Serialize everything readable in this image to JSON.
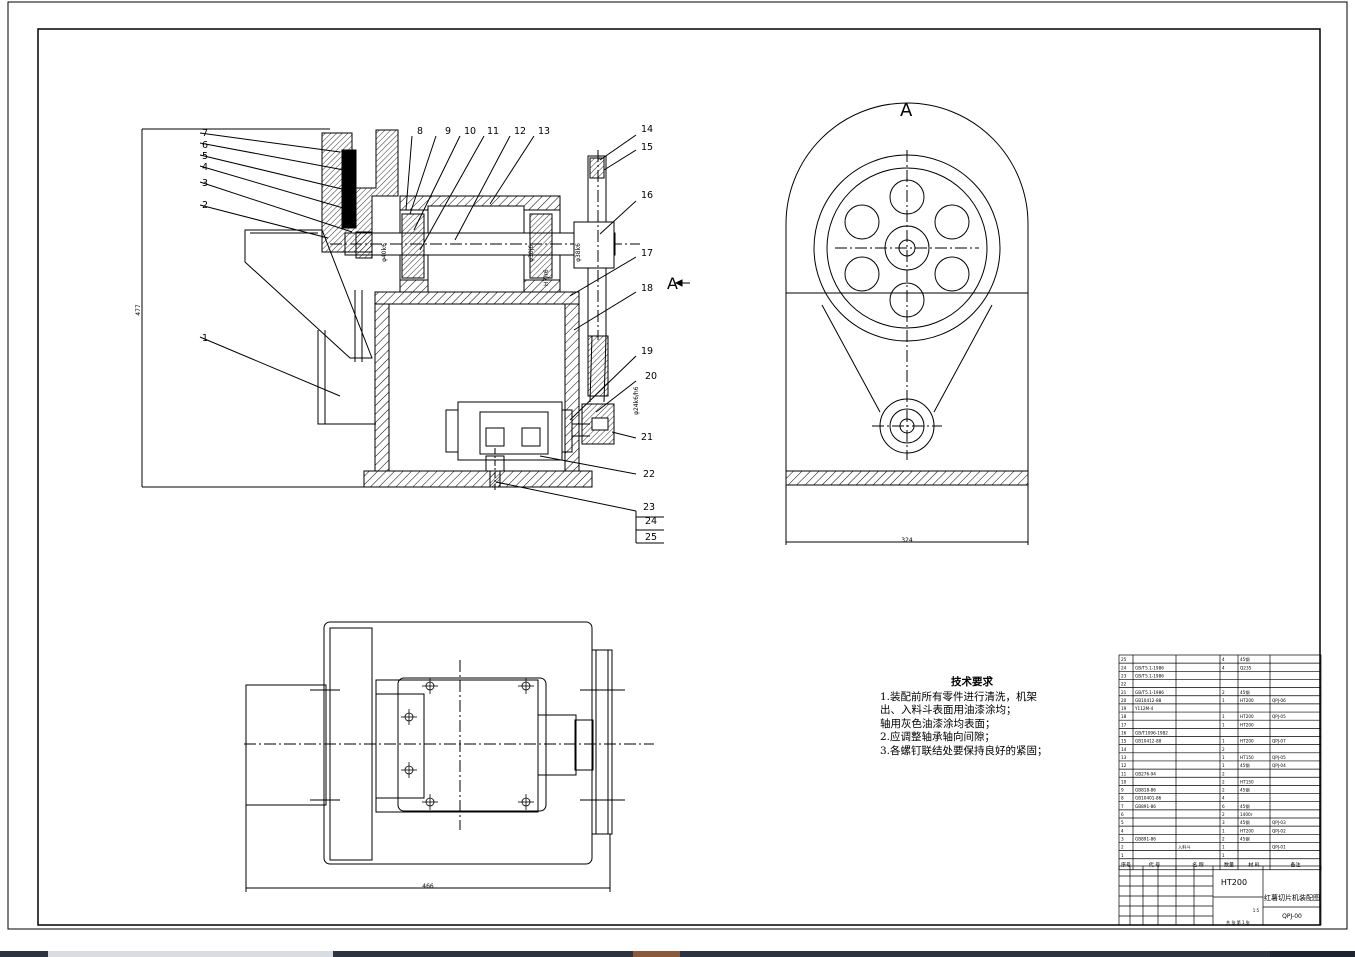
{
  "view_labels": {
    "section_A": "A",
    "arrow_A": "A"
  },
  "part_numbers": [
    "1",
    "2",
    "3",
    "4",
    "5",
    "6",
    "7",
    "8",
    "9",
    "10",
    "11",
    "12",
    "13",
    "14",
    "15",
    "16",
    "17",
    "18",
    "19",
    "20",
    "21",
    "22",
    "23",
    "24",
    "25"
  ],
  "dimensions": {
    "height_total": "477",
    "width_view_a": "324",
    "width_plan": "466",
    "fit_1": "φ40k6",
    "fit_2": "H7/r6",
    "fit_3": "φ38k6",
    "fit_4": "φ24k6/h6",
    "fit_5": "φ30j6"
  },
  "technical_requirements": {
    "title": "技术要求",
    "lines": [
      "1.装配前所有零件进行清洗，机架",
      "出、入料斗表面用油漆涂均；",
      "   轴用灰色油漆涂均表面；",
      "2.应调整轴承轴向间隙；",
      "3.各螺钉联结处要保持良好的紧固；"
    ]
  },
  "parts_list": {
    "header": [
      "序号",
      "代 号",
      "名 称",
      "数量",
      "材 料",
      "备注"
    ],
    "rows": [
      [
        "25",
        "",
        "",
        "4",
        "45钢",
        ""
      ],
      [
        "24",
        "GB/T5.1-1986",
        "",
        "4",
        "Q235",
        ""
      ],
      [
        "23",
        "GB/T5.1-1986",
        "",
        "",
        "",
        ""
      ],
      [
        "22",
        "",
        "",
        "",
        "",
        ""
      ],
      [
        "21",
        "GB/T5.1-1986",
        "",
        "2",
        "45钢",
        ""
      ],
      [
        "20",
        "GB10412-88",
        "",
        "1",
        "HT200",
        "QPJ-06"
      ],
      [
        "19",
        "Y112M-4",
        "",
        "",
        "",
        ""
      ],
      [
        "18",
        "",
        "",
        "1",
        "HT200",
        "QPJ-05"
      ],
      [
        "17",
        "",
        "",
        "1",
        "HT200",
        ""
      ],
      [
        "16",
        "GB/T1096-1982",
        "",
        "",
        "",
        ""
      ],
      [
        "15",
        "GB10412-88",
        "",
        "1",
        "HT200",
        "QPJ-07"
      ],
      [
        "14",
        "",
        "",
        "2",
        "",
        ""
      ],
      [
        "13",
        "",
        "",
        "1",
        "HT150",
        "QPJ-05"
      ],
      [
        "12",
        "",
        "",
        "1",
        "45钢",
        "QPJ-04"
      ],
      [
        "11",
        "GB276-94",
        "",
        "2",
        "",
        ""
      ],
      [
        "10",
        "",
        "",
        "2",
        "HT150",
        ""
      ],
      [
        "9",
        "GB818-86",
        "",
        "2",
        "45钢",
        ""
      ],
      [
        "8",
        "GB10401-86",
        "",
        "4",
        "",
        ""
      ],
      [
        "7",
        "GB891-86",
        "",
        "6",
        "45钢",
        ""
      ],
      [
        "6",
        "",
        "",
        "2",
        "1400r",
        ""
      ],
      [
        "5",
        "",
        "",
        "3",
        "45钢",
        "QPJ-03"
      ],
      [
        "4",
        "",
        "",
        "1",
        "HT200",
        "QPJ-02"
      ],
      [
        "3",
        "GB891-86",
        "",
        "2",
        "45钢",
        ""
      ],
      [
        "2",
        "",
        "入料斗",
        "1",
        "",
        "QPJ-01"
      ],
      [
        "1",
        "",
        "",
        "1",
        "",
        ""
      ]
    ]
  },
  "title_block": {
    "material": "HT200",
    "drawing_name": "红薯切片机装配图",
    "drawing_code": "QPJ-00",
    "scale": "1:5",
    "sheet": "共 张  第 1 张"
  },
  "colors": {
    "line": "#000000",
    "taskbar": "#2b3440"
  }
}
